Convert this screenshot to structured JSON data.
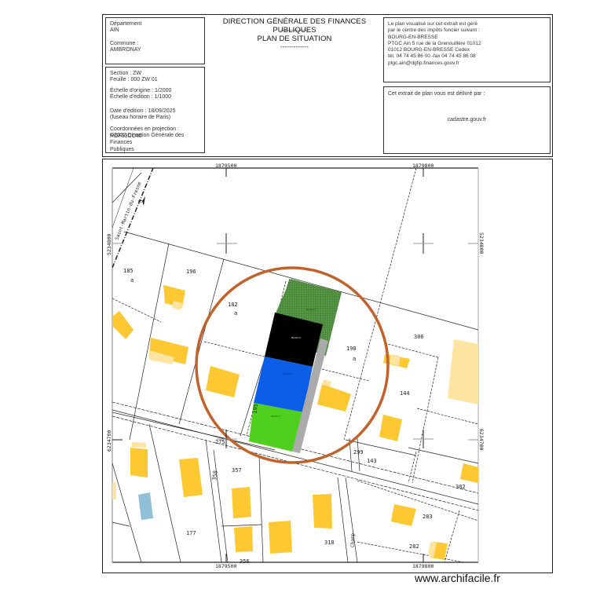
{
  "header": {
    "left_box": {
      "departement_label": "Département",
      "departement_value": "AIN",
      "commune_label": "Commune :",
      "commune_value": "AMBRONAY"
    },
    "center": {
      "title": "DIRECTION GÉNÉRALE DES FINANCES PUBLIQUES",
      "separator": "-------------",
      "subtitle": "PLAN DE SITUATION",
      "separator2": "-------------"
    },
    "right_box": {
      "text": "Le plan visualisé sur cet extrait est géré\npar le centre des impôts foncier suivant :\nBOURG-EN-BRESSE\nPTGC Ain 5 rue de la Grenouillère 01012\n01012 BOURG-EN-BRESSE Cedex\ntél. 04 74 45 86 00 -fax 04 74 45 86 08\nptgc.ain@dgfip.finances.gouv.fr"
    },
    "info_box": {
      "section": "Section : ZW",
      "feuille": "Feuille : 000 ZW 01",
      "echelle_origine": "Échelle d'origine : 1/2000",
      "echelle_edition": "Échelle d'édition : 1/1000",
      "date_edition": "Date d'édition : 18/09/2025",
      "fuseau": "(fuseau horaire de Paris)",
      "coordonnees": "Coordonnées en projection : RGF93CC46",
      "copyright": "©2022 Direction Générale des Finances\nPubliques"
    },
    "delivery_box": {
      "label": "Cet extrait de plan vous est délivré par :",
      "site": "cadastre.gouv.fr"
    }
  },
  "map": {
    "coords": {
      "x_left_top": "1879500",
      "x_right_top": "1879800",
      "x_left_bottom": "1879500",
      "x_right_bottom": "1879800",
      "y_top_left": "5234800",
      "y_top_right": "5234800",
      "y_bottom_left": "6234700",
      "y_bottom_right": "6234700"
    },
    "street_labels": {
      "north_west": "Saint-Martin-du-Fresne",
      "champ": "Champ"
    },
    "parcels": {
      "p185": "185",
      "p185_sub": "a",
      "p196": "196",
      "p182": "182",
      "p182_sub": "a",
      "p198": "198",
      "p198_sub": "a",
      "p306": "306",
      "p144": "144",
      "p195": "195",
      "p275": "275",
      "p299": "299",
      "p143": "143",
      "p302": "302",
      "p357": "357",
      "p358": "358",
      "p177": "177",
      "p318": "318",
      "p283": "283",
      "p282": "282",
      "p356": "356"
    },
    "zones": [
      {
        "name": "green-hatched",
        "color": "#4c8c3c",
        "label": "00,00 m²"
      },
      {
        "name": "black",
        "color": "#000000",
        "label": "00,00 m²"
      },
      {
        "name": "blue",
        "color": "#0d5ee6",
        "label": "00,00 m²"
      },
      {
        "name": "lime",
        "color": "#4fd01e",
        "label": "00,00 m²"
      },
      {
        "name": "gray-strip",
        "color": "#aaaaaa",
        "label": ""
      }
    ],
    "highlight_circle_color": "#c0622a",
    "building_color": "#fdc831",
    "building_light_color": "#fde4a0",
    "pool_color": "#8fc0d8"
  },
  "footer": {
    "watermark": "www.archifacile.fr"
  }
}
